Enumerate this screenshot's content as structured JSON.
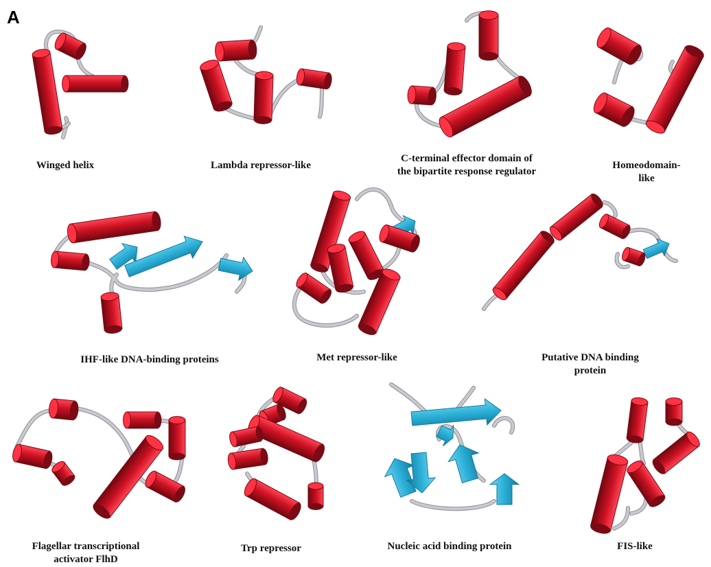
{
  "panel_letter": "A",
  "colors": {
    "helix": "#cc1122",
    "helix_dark": "#7a0a14",
    "helix_cap": "#ff3344",
    "strand": "#2aaed6",
    "strand_dark": "#137a9c",
    "coil": "#c9c9cf"
  },
  "captions": {
    "winged_helix": "Winged helix",
    "lambda_repressor": "Lambda repressor-like",
    "c_terminal_effector": "C-terminal effector domain of\nthe bipartite response regulator",
    "homeodomain": "Homeodomain-like",
    "ihf": "IHF-like DNA-binding proteins",
    "met_repressor": "Met repressor-like",
    "putative_dna": "Putative DNA binding protein",
    "flhd": "Flagellar transcriptional\nactivator FlhD",
    "trp_repressor": "Trp repressor",
    "nucleic_acid": "Nucleic acid binding protein",
    "fis": "FIS-like"
  }
}
